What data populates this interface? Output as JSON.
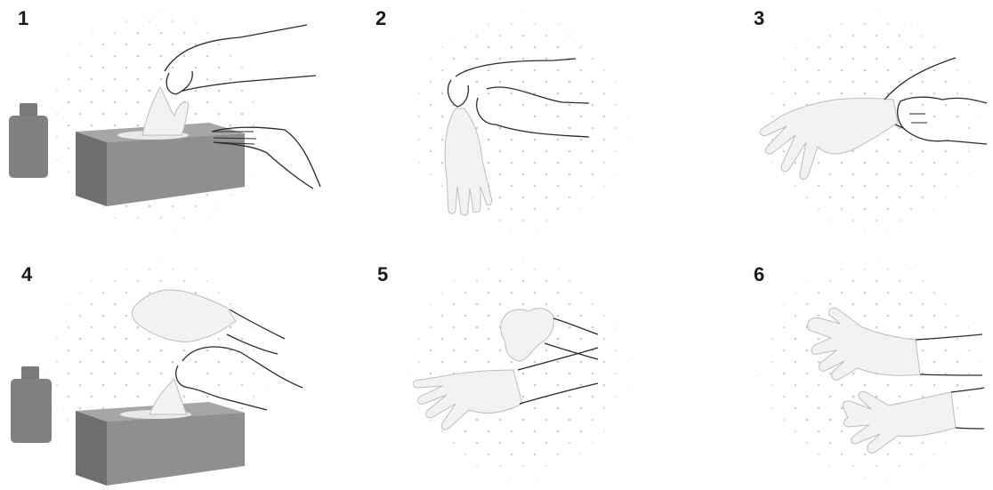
{
  "colors": {
    "outline": "#2a2a2a",
    "box_front": "#8f8f8f",
    "box_side": "#6f6f6f",
    "box_top": "#a6a6a6",
    "bottle": "#808080",
    "glove_fill": "#f2f2f2",
    "glove_edge": "#bdbdbd",
    "dots": "#c8c8c8"
  },
  "steps": [
    {
      "number": "1",
      "icons": [
        "sanitizer-bottle-icon",
        "tissue-box-icon",
        "hand-icon",
        "glove-icon"
      ]
    },
    {
      "number": "2",
      "icons": [
        "hand-icon",
        "glove-icon"
      ]
    },
    {
      "number": "3",
      "icons": [
        "gloved-hand-icon",
        "hand-icon"
      ]
    },
    {
      "number": "4",
      "icons": [
        "sanitizer-bottle-icon",
        "tissue-box-icon",
        "gloved-hand-icon",
        "hand-icon"
      ]
    },
    {
      "number": "5",
      "icons": [
        "gloved-hand-icon",
        "glove-icon"
      ]
    },
    {
      "number": "6",
      "icons": [
        "gloved-hand-icon",
        "gloved-hand-icon"
      ]
    }
  ]
}
